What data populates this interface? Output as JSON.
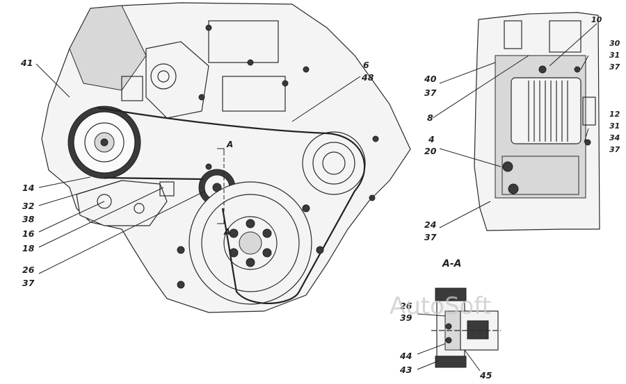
{
  "callouts_main": {
    "c41": "41",
    "c6": "6",
    "c48": "48",
    "c14": "14",
    "c32": "32",
    "c38": "38",
    "c16": "16",
    "c18": "18",
    "c26": "26",
    "c37": "37"
  },
  "section_marks": {
    "upper": "A",
    "lower": "A"
  },
  "callouts_side": {
    "c10": "10",
    "c30": "30",
    "c31a": "31",
    "c37a": "37",
    "c40": "40",
    "c37b": "37",
    "c8": "8",
    "c12": "12",
    "c31b": "31",
    "c34": "34",
    "c37c": "37",
    "c4": "4",
    "c20": "20",
    "c24": "24",
    "c37d": "37"
  },
  "section_view": {
    "title": "A-A",
    "c26": "26",
    "c39": "39",
    "c44": "44",
    "c43": "43",
    "c45": "45"
  },
  "watermark": "AutoSoft"
}
